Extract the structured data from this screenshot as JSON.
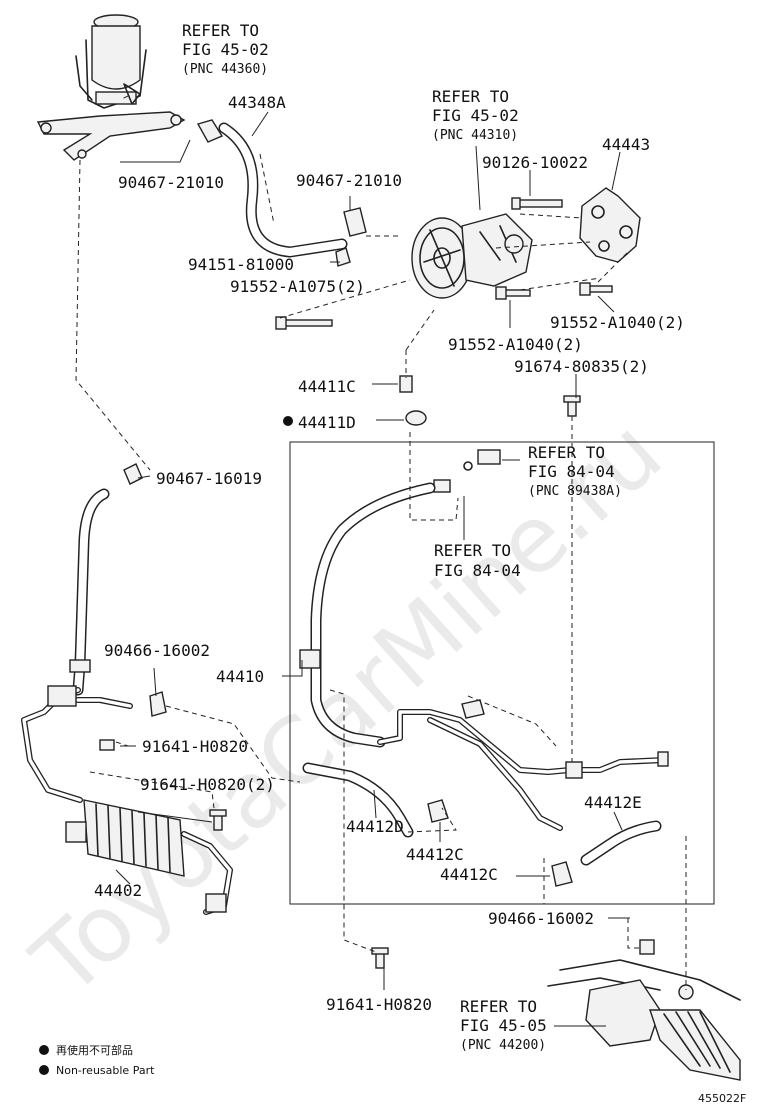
{
  "watermark": "ToyotaCarMine.ru",
  "callouts": {
    "refer_reservoir": [
      "REFER TO",
      "FIG 45-02",
      "(PNC 44360)"
    ],
    "refer_pump": [
      "REFER TO",
      "FIG 45-02",
      "(PNC 44310)"
    ],
    "refer_sensor": [
      "REFER TO",
      "FIG 84-04",
      "(PNC 89438A)"
    ],
    "refer_fig8404": [
      "REFER TO",
      "FIG 84-04"
    ],
    "refer_gear": [
      "REFER TO",
      "FIG 45-05",
      "(PNC 44200)"
    ]
  },
  "parts": {
    "p44348A": "44348A",
    "p90467_21010_a": "90467-21010",
    "p90467_21010_b": "90467-21010",
    "p90126_10022": "90126-10022",
    "p44443": "44443",
    "p94151_81000": "94151-81000",
    "p91552_A1075": "91552-A1075(2)",
    "p91552_A1040_a": "91552-A1040(2)",
    "p91552_A1040_b": "91552-A1040(2)",
    "p91674_80835": "91674-80835(2)",
    "p44411C": "44411C",
    "p44411D": "44411D",
    "p90467_16019": "90467-16019",
    "p90466_16002_a": "90466-16002",
    "p44410": "44410",
    "p91641_H0820_a": "91641-H0820",
    "p91641_H0820_b": "91641-H0820(2)",
    "p44412D": "44412D",
    "p44412E": "44412E",
    "p44412C_a": "44412C",
    "p44412C_b": "44412C",
    "p44402": "44402",
    "p90466_16002_b": "90466-16002",
    "p91641_H0820_c": "91641-H0820"
  },
  "legend": {
    "line1": "再使用不可部品",
    "line2": "Non-reusable Part"
  },
  "figure_code": "455022F"
}
